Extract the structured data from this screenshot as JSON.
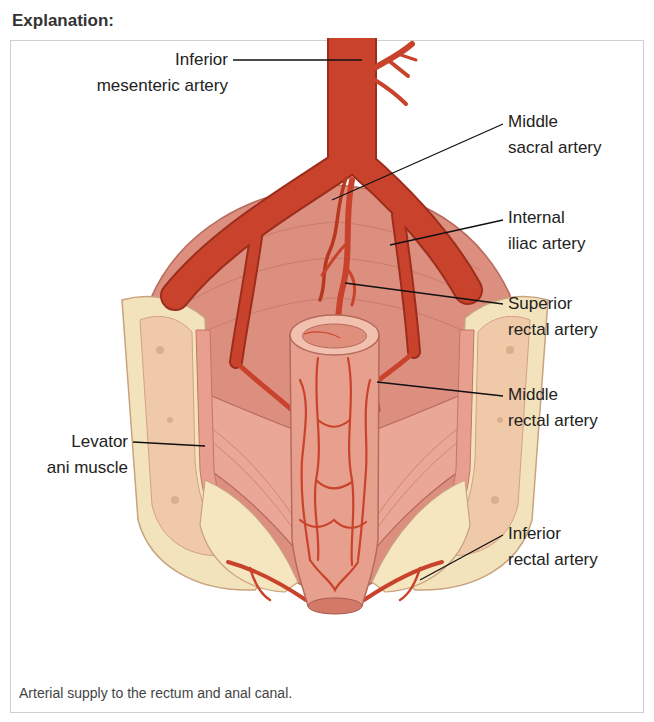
{
  "diagram": {
    "title": "Explanation:",
    "caption": "Arterial supply to the rectum and anal canal.",
    "labels": [
      "Inferior mesenteric artery",
      "Middle sacral artery",
      "Internal iliac artery",
      "Superior rectal artery",
      "Middle rectal artery",
      "Levator ani muscle",
      "Inferior rectal artery"
    ]
  }
}
